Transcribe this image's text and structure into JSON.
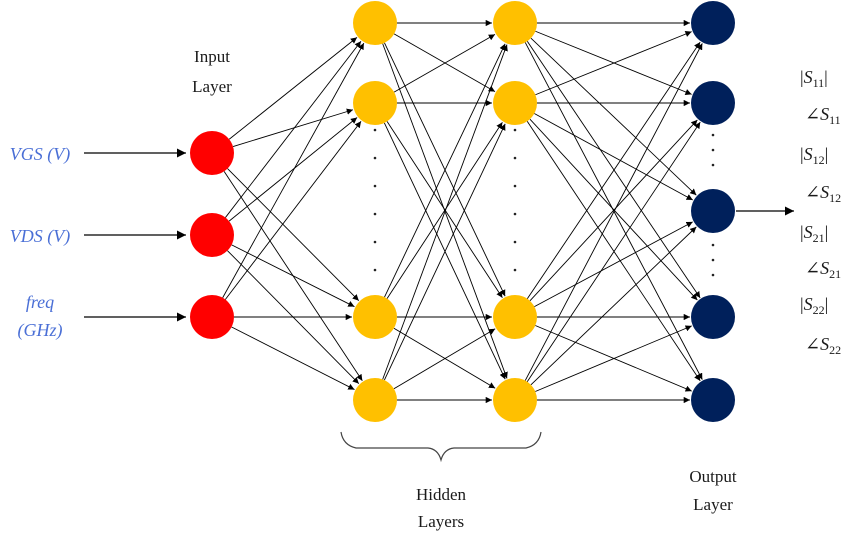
{
  "colors": {
    "input_node": "#ff0000",
    "hidden_node": "#ffc000",
    "output_node": "#00205b",
    "edge": "#000000",
    "input_text": "#4a6fd6"
  },
  "layer_labels": {
    "input_line1": "Input",
    "input_line2": "Layer",
    "hidden_line1": "Hidden",
    "hidden_line2": "Layers",
    "output_line1": "Output",
    "output_line2": "Layer"
  },
  "inputs": [
    {
      "line1": "VGS (V)",
      "line2": ""
    },
    {
      "line1": "VDS (V)",
      "line2": ""
    },
    {
      "line1": "freq",
      "line2": "(GHz)"
    }
  ],
  "outputs": [
    {
      "prefix": "|",
      "main": "S",
      "sub": "11",
      "suffix": "|"
    },
    {
      "prefix": "∠",
      "main": "S",
      "sub": "11",
      "suffix": ""
    },
    {
      "prefix": "|",
      "main": "S",
      "sub": "12",
      "suffix": "|"
    },
    {
      "prefix": "∠",
      "main": "S",
      "sub": "12",
      "suffix": ""
    },
    {
      "prefix": "|",
      "main": "S",
      "sub": "21",
      "suffix": "|"
    },
    {
      "prefix": "∠",
      "main": "S",
      "sub": "21",
      "suffix": ""
    },
    {
      "prefix": "|",
      "main": "S",
      "sub": "22",
      "suffix": "|"
    },
    {
      "prefix": "∠",
      "main": "S",
      "sub": "22",
      "suffix": ""
    }
  ]
}
